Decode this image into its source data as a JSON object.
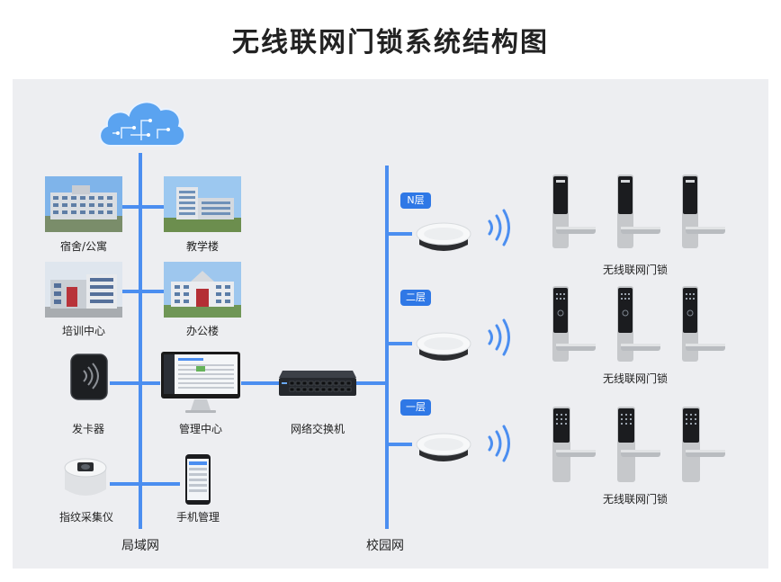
{
  "title": "无线联网门锁系统结构图",
  "left_items": {
    "dorm": "宿舍/公寓",
    "teaching": "教学楼",
    "training": "培训中心",
    "office": "办公楼",
    "card_issuer": "发卡器",
    "mgmt_center": "管理中心",
    "fingerprint": "指纹采集仪",
    "mobile": "手机管理"
  },
  "switch_label": "网络交换机",
  "networks": {
    "lan": "局域网",
    "campus": "校园网"
  },
  "floors": [
    {
      "badge": "N层",
      "locks_label": "无线联网门锁"
    },
    {
      "badge": "二层",
      "locks_label": "无线联网门锁"
    },
    {
      "badge": "一层",
      "locks_label": "无线联网门锁"
    }
  ],
  "colors": {
    "line": "#4b8ef0",
    "badge": "#2f78e6",
    "panel": "#edeef1"
  }
}
